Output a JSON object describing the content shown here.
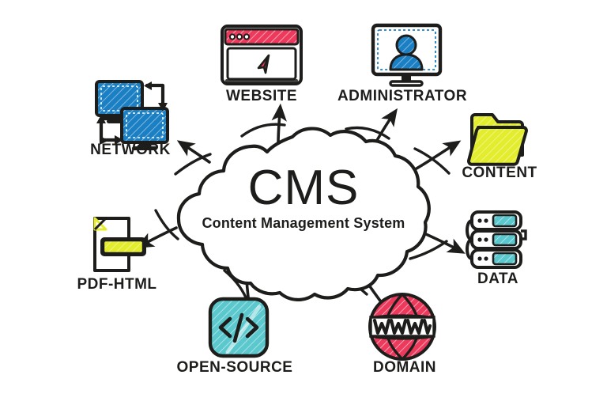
{
  "diagram": {
    "type": "hub-and-spoke",
    "style": "hand-drawn sketch infographic",
    "background_color": "#FFFFFF",
    "ink_color": "#1D1D1B",
    "center": {
      "shape": "cloud",
      "title": "CMS",
      "subtitle": "Content Management System"
    },
    "palette": {
      "ink": "#1D1D1B",
      "red": "#ED3A5C",
      "blue": "#1B7FC4",
      "yellow": "#E3ED2E",
      "teal": "#5BC8CE"
    },
    "nodes": [
      {
        "id": "network",
        "label": "NETWORK",
        "icon": "two-monitors-network-icon",
        "color": "#1B7FC4",
        "arrow": "from-center-to-node",
        "position": "upper-left"
      },
      {
        "id": "website",
        "label": "WEBSITE",
        "icon": "browser-window-icon",
        "color": "#ED3A5C",
        "arrow": "from-center-to-node",
        "position": "top-left-of-center"
      },
      {
        "id": "administrator",
        "label": "ADMINISTRATOR",
        "icon": "monitor-user-icon",
        "color": "#1B7FC4",
        "arrow": "from-center-to-node",
        "position": "top-right-of-center"
      },
      {
        "id": "content",
        "label": "CONTENT",
        "icon": "folder-icon",
        "color": "#E3ED2E",
        "arrow": "from-center-to-node",
        "position": "upper-right"
      },
      {
        "id": "data",
        "label": "DATA",
        "icon": "server-stack-icon",
        "color": "#5BC8CE",
        "arrow": "from-center-to-node",
        "position": "lower-right"
      },
      {
        "id": "domain",
        "label": "DOMAIN",
        "icon": "globe-www-icon",
        "color": "#ED3A5C",
        "arrow": "from-center-to-node",
        "position": "bottom-right-of-center"
      },
      {
        "id": "open-source",
        "label": "OPEN-SOURCE",
        "icon": "code-brackets-icon",
        "color": "#5BC8CE",
        "arrow": "from-center-to-node",
        "position": "bottom-left-of-center"
      },
      {
        "id": "pdf-html",
        "label": "PDF-HTML",
        "icon": "document-label-icon",
        "color": "#E3ED2E",
        "arrow": "from-center-to-node",
        "position": "lower-left"
      }
    ]
  }
}
